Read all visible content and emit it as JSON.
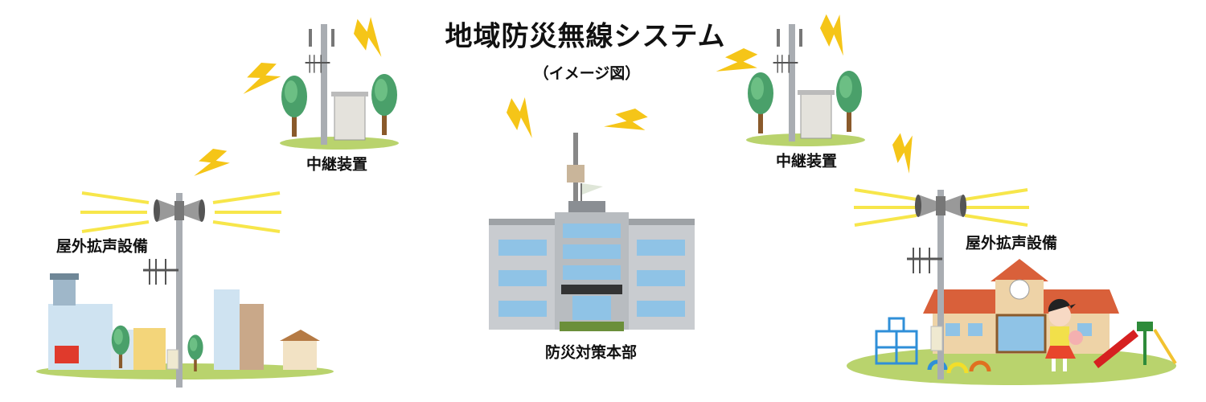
{
  "title": "地域防災無線システム",
  "subtitle": "（イメージ図）",
  "labels": {
    "relay_left": "中継装置",
    "relay_right": "中継装置",
    "speaker_left": "屋外拡声設備",
    "speaker_right": "屋外拡声設備",
    "hq": "防災対策本部"
  },
  "colors": {
    "bolt": "#f5c518",
    "ground": "#b9d36d",
    "pole": "#a9adb2",
    "tree": "#4aa06a",
    "roof": "#d9603a",
    "window": "#8fc3e6"
  }
}
